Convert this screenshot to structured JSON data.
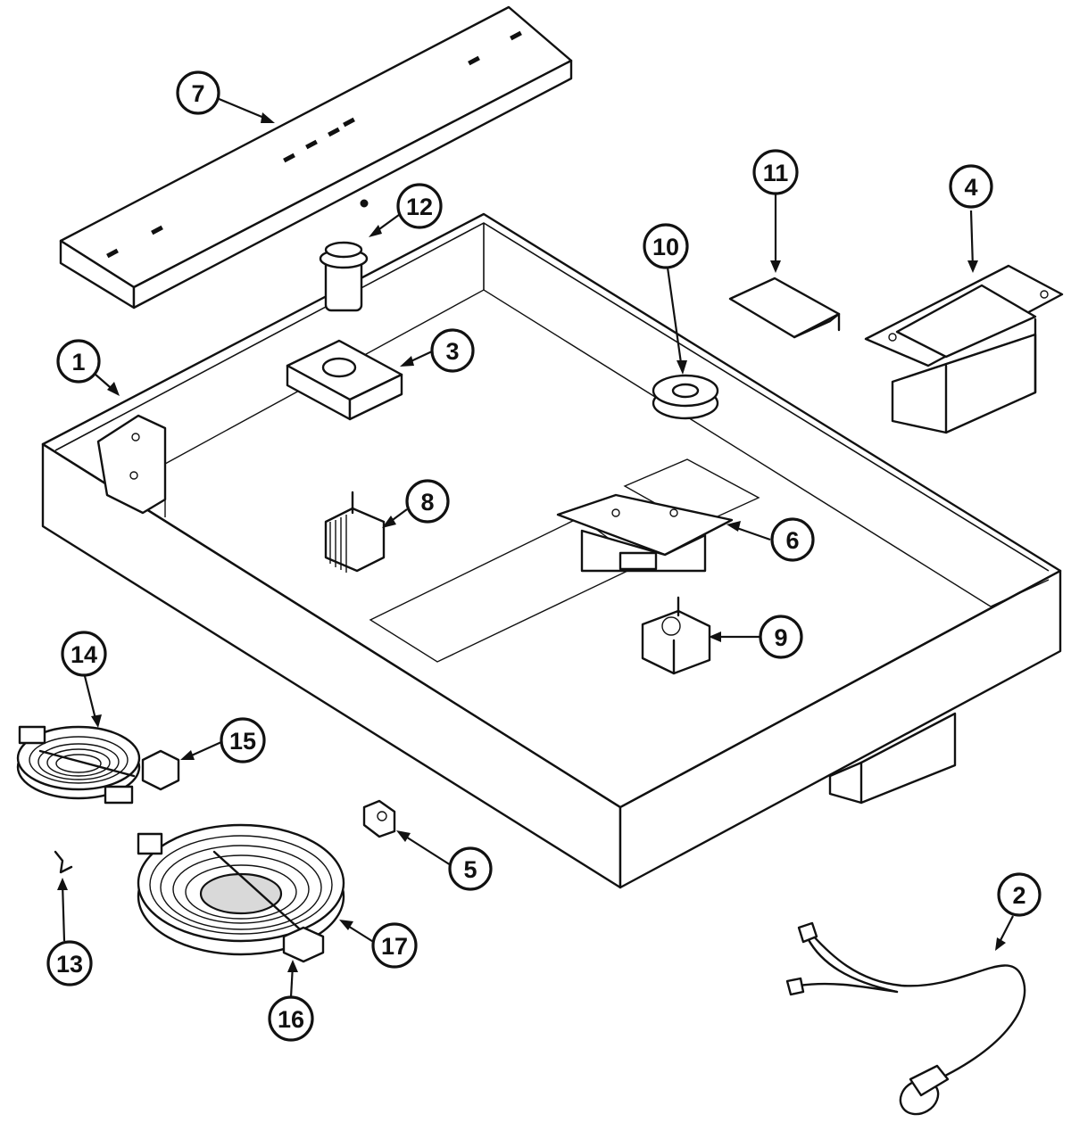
{
  "colors": {
    "ink": "#111111",
    "paper": "#ffffff",
    "shade": "#d9d9d9"
  },
  "callouts": {
    "c1": "1",
    "c2": "2",
    "c3": "3",
    "c4": "4",
    "c5": "5",
    "c6": "6",
    "c7": "7",
    "c8": "8",
    "c9": "9",
    "c10": "10",
    "c11": "11",
    "c12": "12",
    "c13": "13",
    "c14": "14",
    "c15": "15",
    "c16": "16",
    "c17": "17"
  }
}
